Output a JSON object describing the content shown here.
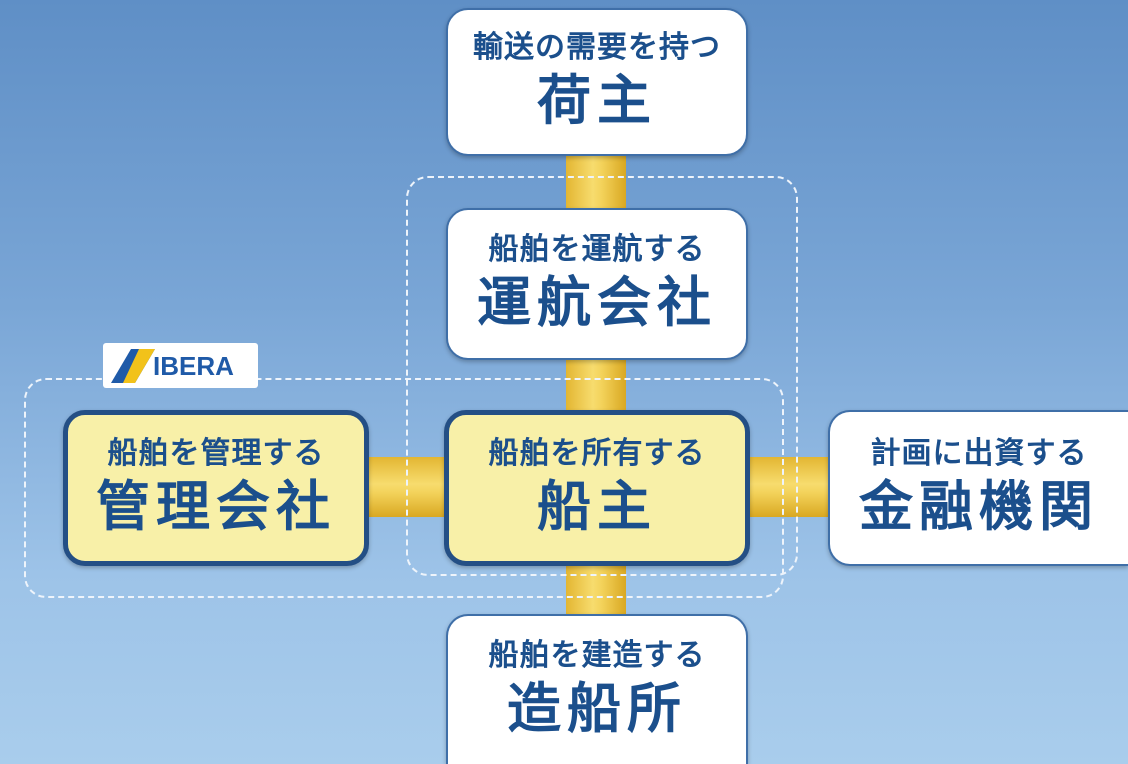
{
  "nodes": {
    "shipper": {
      "role": "輸送の需要を持つ",
      "name": "荷主"
    },
    "operator": {
      "role": "船舶を運航する",
      "name": "運航会社"
    },
    "manager": {
      "role": "船舶を管理する",
      "name": "管理会社"
    },
    "owner": {
      "role": "船舶を所有する",
      "name": "船主"
    },
    "financier": {
      "role": "計画に出資する",
      "name": "金融機関"
    },
    "builder": {
      "role": "船舶を建造する",
      "name": "造船所"
    }
  },
  "logo": {
    "text": "IBERA"
  },
  "colors": {
    "background_top": "#5f8fc6",
    "background_bottom": "#a9cdec",
    "connector": "#f3d25a",
    "highlight_fill": "#f8f0a8",
    "highlight_border": "#244f85",
    "text": "#1b4f8c"
  }
}
